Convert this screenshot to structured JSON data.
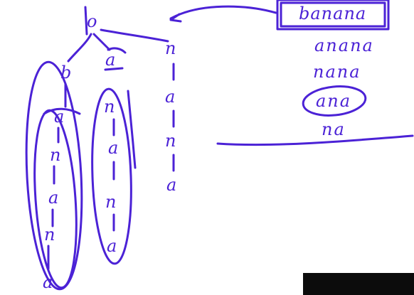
{
  "colors": {
    "ink": "#4b22d6",
    "background": "#ffffff",
    "video": "#0c0c0c"
  },
  "boxed_word": "banana",
  "suffixes": [
    "anana",
    "nana",
    "ana",
    "na"
  ],
  "circled_suffix": "ana",
  "root_label": "o",
  "branch_b": [
    "b",
    "a",
    "n",
    "a",
    "n",
    "a"
  ],
  "branch_a": [
    "a",
    "n",
    "a",
    "n",
    "a"
  ],
  "branch_n": [
    "n",
    "a",
    "n",
    "a"
  ]
}
